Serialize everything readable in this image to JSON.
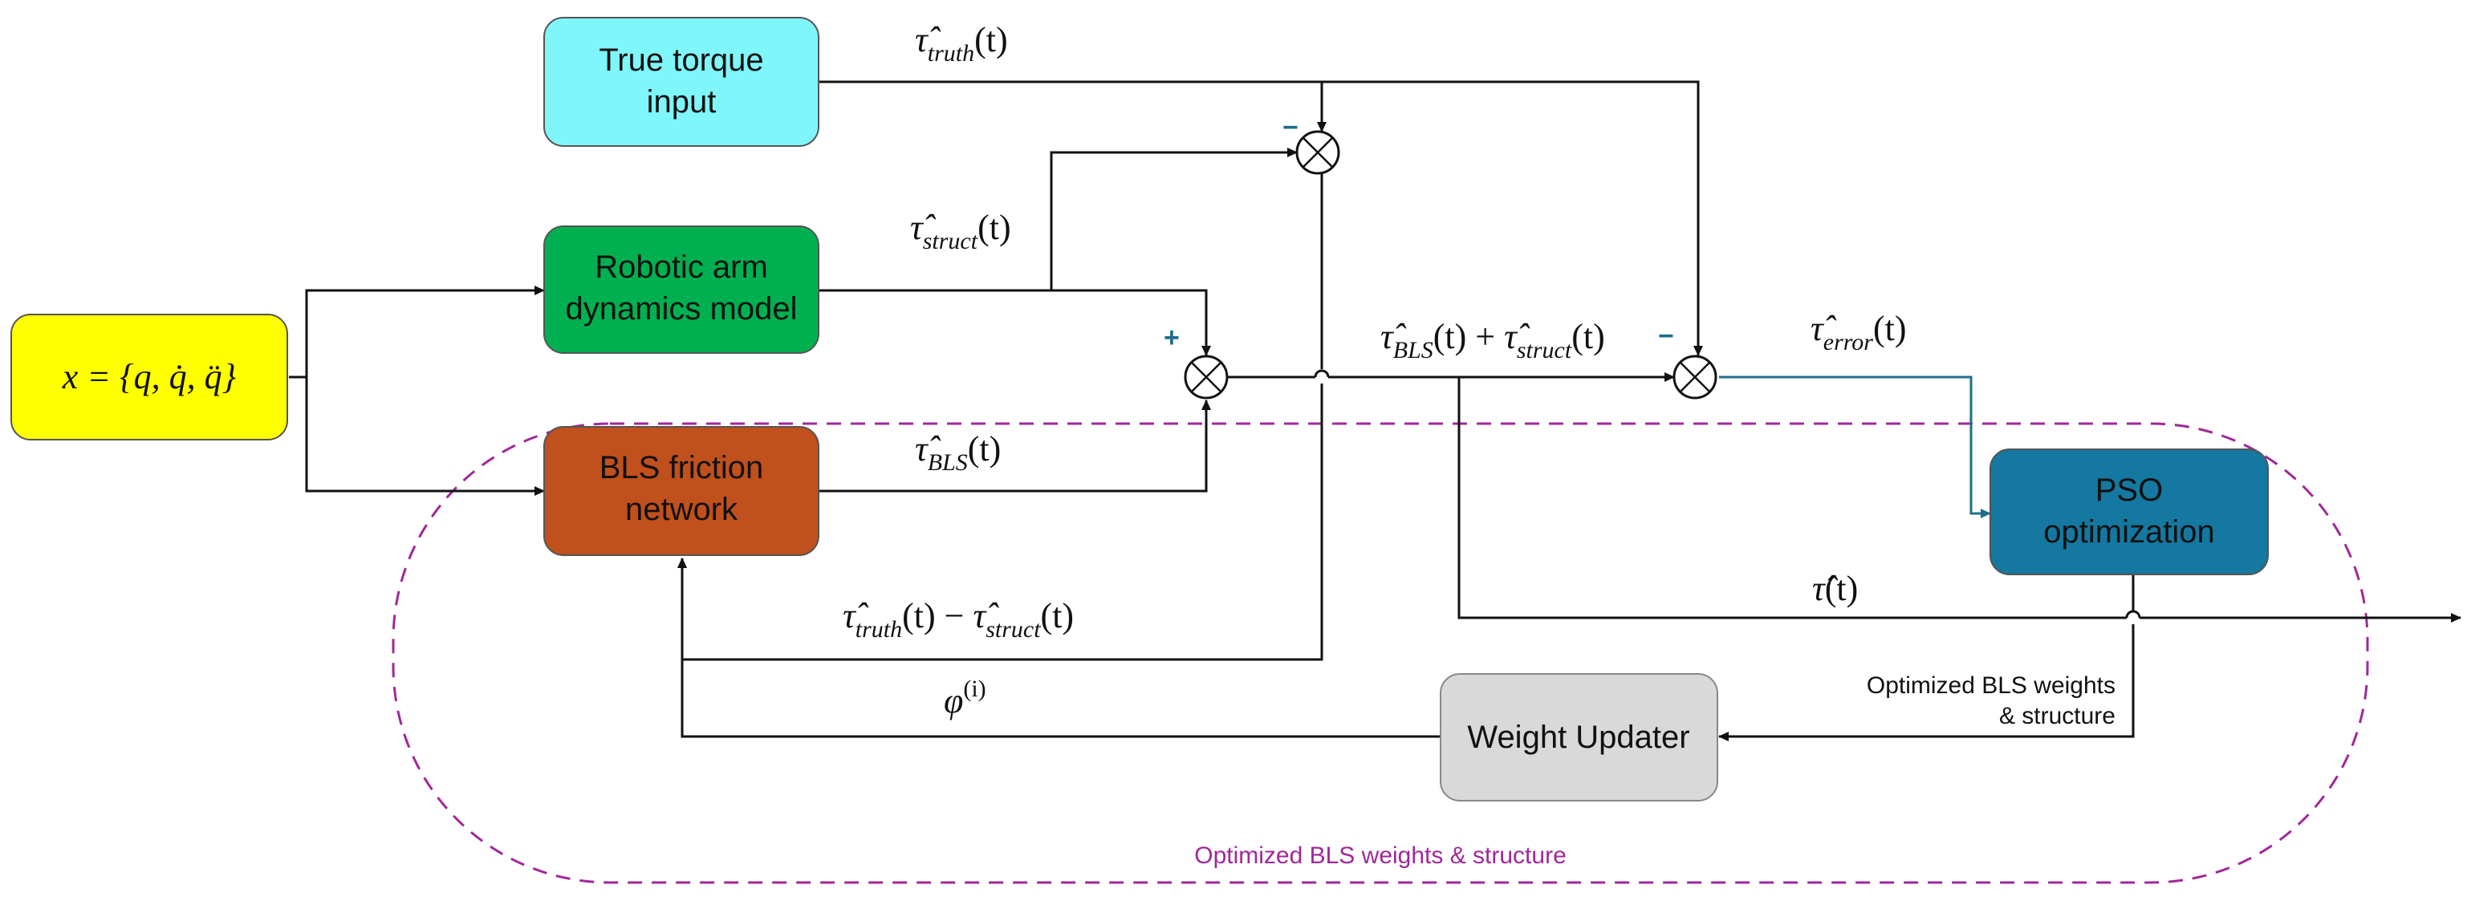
{
  "blocks": {
    "true_torque": {
      "line1": "True torque",
      "line2": "input",
      "color": "#7ff6fa"
    },
    "dynamics": {
      "line1": "Robotic arm",
      "line2": "dynamics model",
      "color": "#00b050"
    },
    "bls": {
      "line1": "BLS friction",
      "line2": "network",
      "color": "#c0501c"
    },
    "input": {
      "label": "x = {q, q̇, q̈}",
      "color": "#ffff00"
    },
    "pso": {
      "line1": "PSO",
      "line2": "optimization",
      "color": "#1478a0"
    },
    "weight_updater": {
      "label": "Weight Updater",
      "color": "#d9d9d9"
    }
  },
  "signals": {
    "tau_truth": {
      "main": "τ̂",
      "sub": "truth",
      "arg": "(t)"
    },
    "tau_struct": {
      "main": "τ̂",
      "sub": "struct",
      "arg": "(t)"
    },
    "tau_bls": {
      "main": "τ̂",
      "sub": "BLS",
      "arg": "(t)"
    },
    "tau_sum": {
      "a_main": "τ̂",
      "a_sub": "BLS",
      "a_arg": "(t) + ",
      "b_main": "τ̂",
      "b_sub": "struct",
      "b_arg": "(t)"
    },
    "tau_error": {
      "main": "τ̂",
      "sub": "error",
      "arg": "(t)"
    },
    "tau_out": {
      "main": "τ̂",
      "arg": "(t)"
    },
    "tau_diff": {
      "a_main": "τ̂",
      "a_sub": "truth",
      "a_arg": "(t) − ",
      "b_main": "τ̂",
      "b_sub": "struct",
      "b_arg": "(t)"
    },
    "phi": {
      "main": "φ",
      "sup": "(i)"
    }
  },
  "signs": {
    "top_minus": "−",
    "sum_plus": "+",
    "err_minus": "−"
  },
  "annotations": {
    "pso_out_line1": "Optimized BLS weights",
    "pso_out_line2": "& structure",
    "loop_label": "Optimized BLS weights & structure"
  },
  "colors": {
    "loop_boundary": "#a0289a",
    "error_signal": "#1f6f8b"
  }
}
